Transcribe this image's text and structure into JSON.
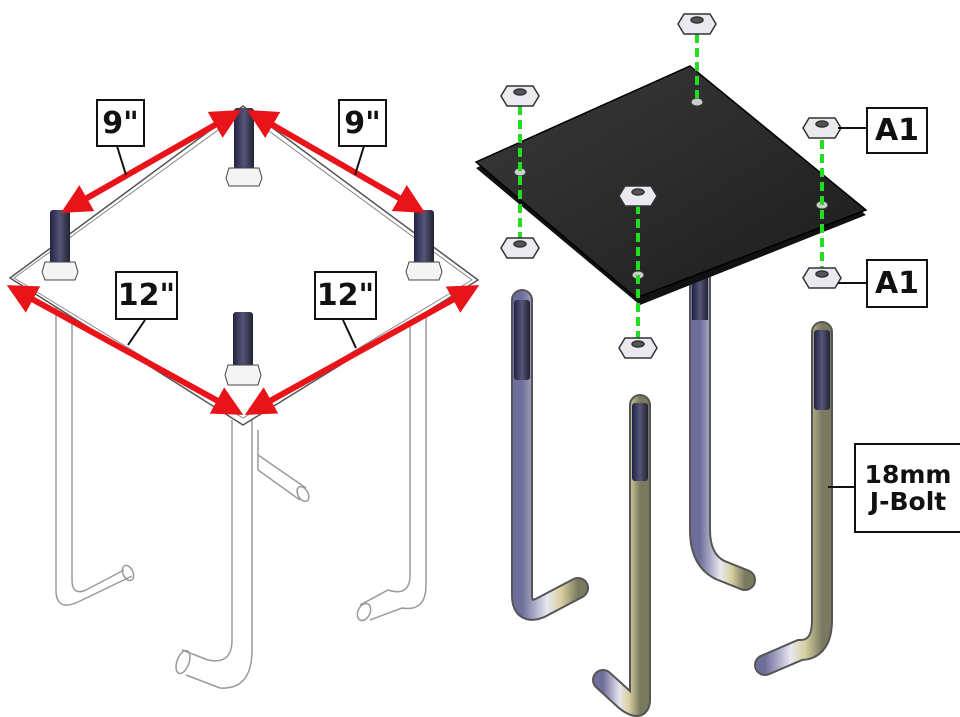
{
  "left_view": {
    "dimensions": {
      "back_left": "9\"",
      "back_right": "9\"",
      "front_left": "12\"",
      "front_right": "12\""
    },
    "arrow_color": "#e8141a"
  },
  "right_view": {
    "labels": {
      "top_nut": "A1",
      "bottom_nut": "A1",
      "bolt_line1": "18mm",
      "bolt_line2": "J-Bolt"
    },
    "guide_color": "#22dd22",
    "plate_color": "#2a2a2a"
  }
}
